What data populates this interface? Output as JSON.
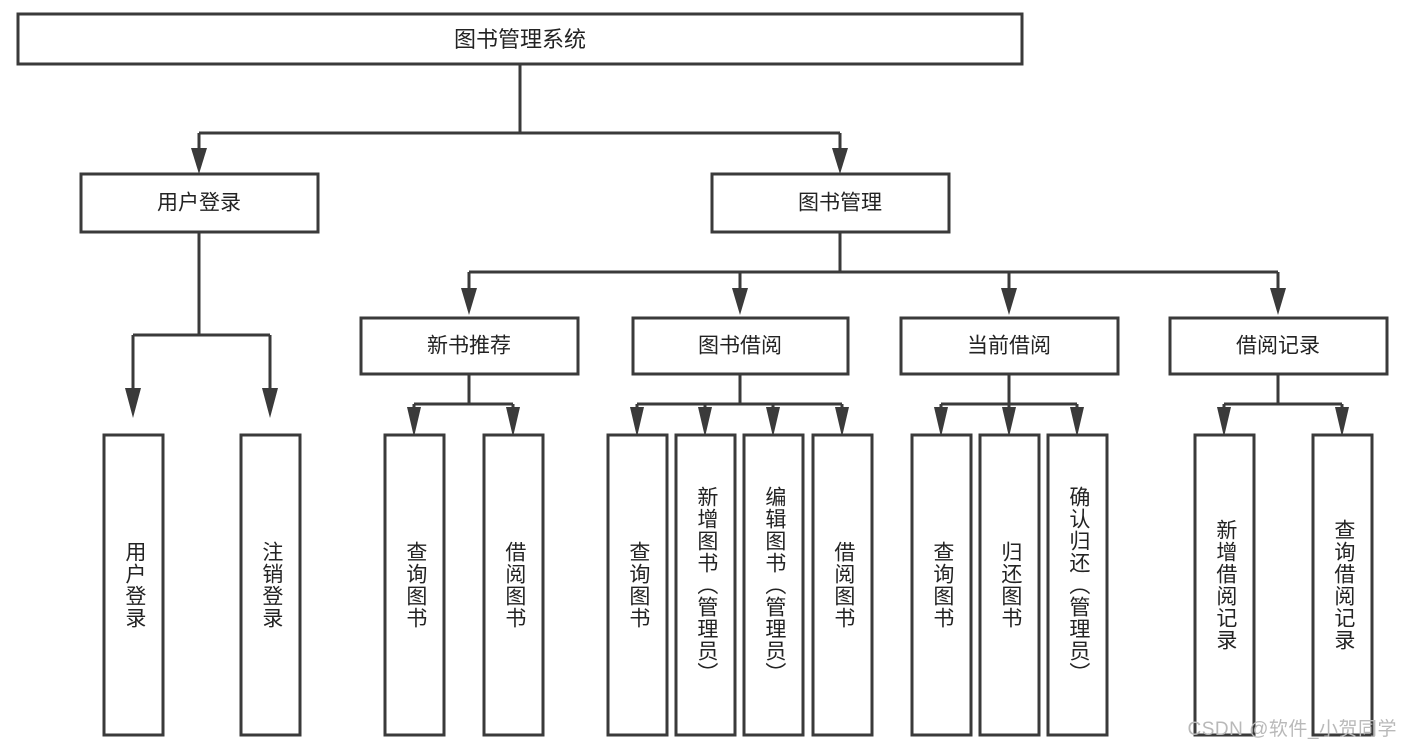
{
  "diagram": {
    "type": "tree",
    "title": "图书管理系统",
    "watermark": "CSDN @软件_小贺同学",
    "colors": {
      "box_stroke": "#3a3a3a",
      "box_fill": "#ffffff",
      "connector": "#3a3a3a",
      "text": "#232323",
      "watermark": "#b9b9b9",
      "background": "#ffffff"
    },
    "nodes": {
      "root": {
        "label": "图书管理系统"
      },
      "level2": [
        {
          "label": "用户登录"
        },
        {
          "label": "图书管理"
        }
      ],
      "level3": [
        {
          "label": "新书推荐"
        },
        {
          "label": "图书借阅"
        },
        {
          "label": "当前借阅"
        },
        {
          "label": "借阅记录"
        }
      ],
      "leaves": {
        "user_login": [
          {
            "label": "用户登录"
          },
          {
            "label": "注销登录"
          }
        ],
        "new_book_recommend": [
          {
            "label": "查询图书"
          },
          {
            "label": "借阅图书"
          }
        ],
        "book_borrow": [
          {
            "label": "查询图书"
          },
          {
            "label": "新增图书（管理员）"
          },
          {
            "label": "编辑图书（管理员）"
          },
          {
            "label": "借阅图书"
          }
        ],
        "current_borrow": [
          {
            "label": "查询图书"
          },
          {
            "label": "归还图书"
          },
          {
            "label": "确认归还（管理员）"
          }
        ],
        "borrow_record": [
          {
            "label": "新增借阅记录"
          },
          {
            "label": "查询借阅记录"
          }
        ]
      }
    }
  }
}
